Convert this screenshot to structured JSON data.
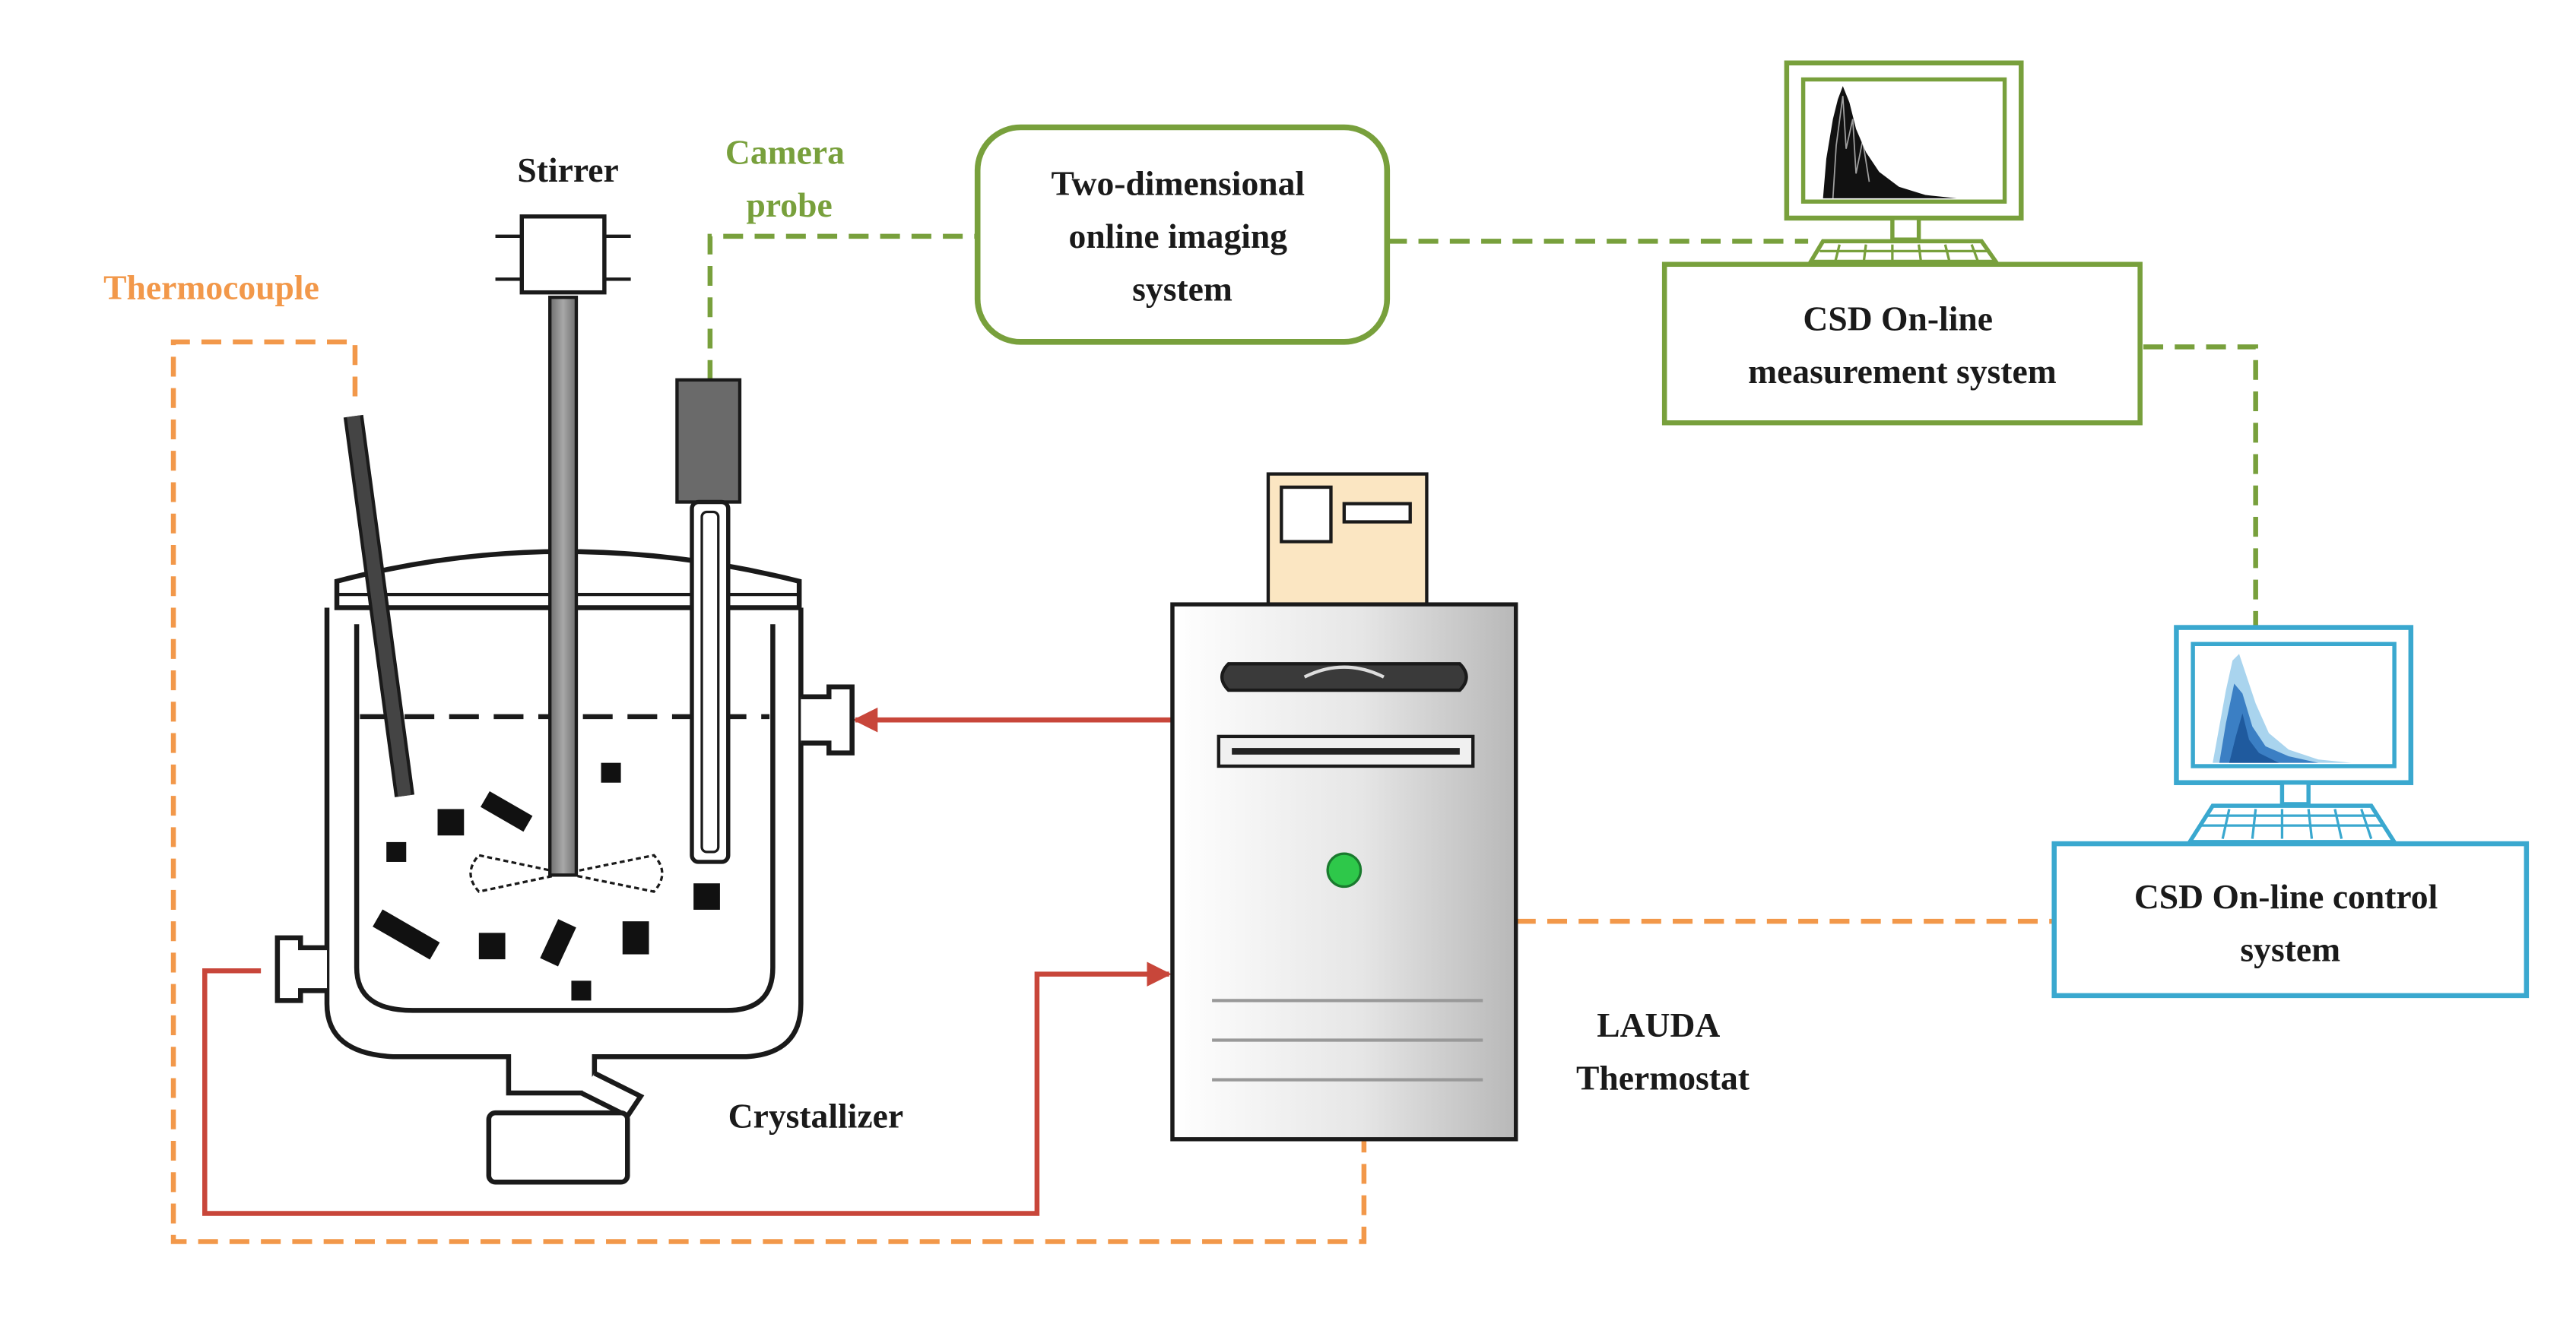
{
  "labels": {
    "stirrer": "Stirrer",
    "camera_line1": "Camera",
    "camera_line2": "probe",
    "thermocouple": "Thermocouple",
    "imaging_line1": "Two-dimensional",
    "imaging_line2": "online imaging",
    "imaging_line3": "system",
    "measure_line1": "CSD On-line",
    "measure_line2": "measurement system",
    "control_line1": "CSD On-line control",
    "control_line2": "system",
    "lauda_line1": "LAUDA",
    "lauda_line2": "Thermostat",
    "crystallizer": "Crystallizer"
  },
  "colors": {
    "green": "#78a03c",
    "orange": "#f2984a",
    "blue": "#3aa8cf",
    "red": "#c8463a",
    "black": "#1a1a1a",
    "tan": "#fbe6c2",
    "led": "#2ec84a"
  }
}
